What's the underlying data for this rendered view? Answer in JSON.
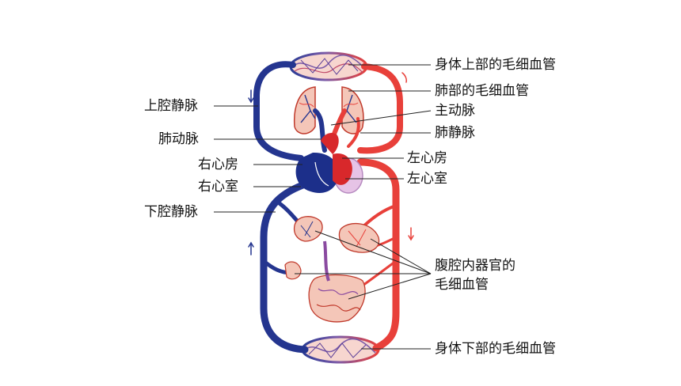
{
  "colors": {
    "artery": "#e8403a",
    "vein": "#24358f",
    "leader": "#222222",
    "organ_fill": "#f4c6b8",
    "heart_right": "#1c2f8a",
    "heart_left": "#d8282b",
    "purple": "#8a4aa0"
  },
  "labels": {
    "upper_capillaries": "身体上部的毛细血管",
    "lung_capillaries": "肺部的毛细血管",
    "aorta": "主动脉",
    "pulmonary_vein": "肺静脉",
    "left_atrium": "左心房",
    "left_ventricle": "左心室",
    "superior_vena_cava": "上腔静脉",
    "pulmonary_artery": "肺动脉",
    "right_atrium": "右心房",
    "right_ventricle": "右心室",
    "inferior_vena_cava": "下腔静脉",
    "abdominal_line1": "腹腔内器官的",
    "abdominal_line2": "毛细血管",
    "lower_capillaries": "身体下部的毛细血管"
  }
}
